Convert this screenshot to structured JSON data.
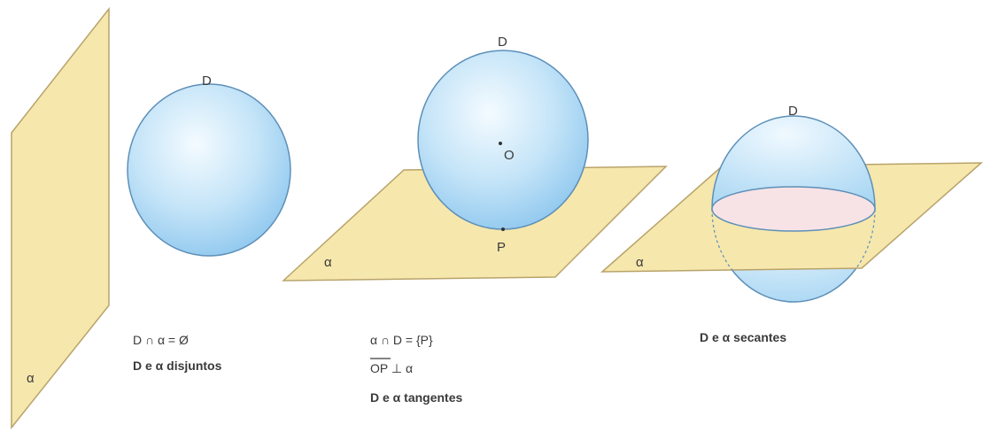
{
  "colors": {
    "plane_fill": "#f6e7ad",
    "plane_stroke": "#b8a36a",
    "sphere_light": "#eef8fe",
    "sphere_mid": "#bfe1f7",
    "sphere_dark": "#8ec7ee",
    "sphere_stroke": "#5d8fb8",
    "section_fill": "#f7e3e6",
    "text": "#3a3a3a"
  },
  "figure1": {
    "plane_label": "α",
    "sphere_label": "D",
    "caption_formula": "D ∩ α = Ø",
    "caption_title": "D e α disjuntos"
  },
  "figure2": {
    "sphere_label": "D",
    "center_label": "O",
    "point_label": "P",
    "plane_label": "α",
    "caption_formula": "α ∩ D = {P}",
    "caption_segment": "OP",
    "caption_perp": " ⊥ α",
    "caption_title": "D e α tangentes"
  },
  "figure3": {
    "sphere_label": "D",
    "plane_label": "α",
    "caption_title": "D e α secantes"
  }
}
